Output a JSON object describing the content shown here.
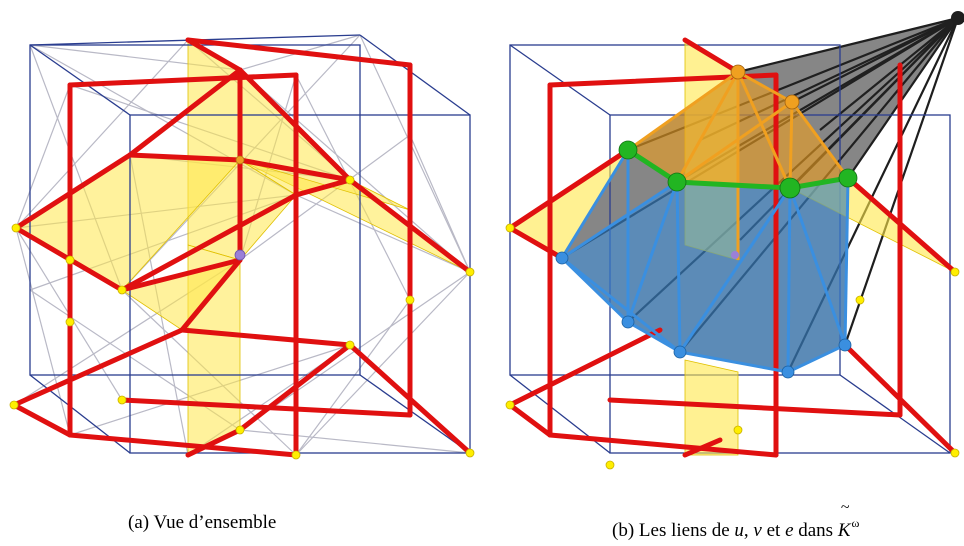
{
  "figure": {
    "panels": [
      {
        "id": "a",
        "description": "overview lattice"
      },
      {
        "id": "b",
        "description": "links of u, v, e in K~omega"
      }
    ],
    "colors": {
      "red_edge": "#e01010",
      "cube_outline": "#2a3d8f",
      "thin_grey": "#b8b8c4",
      "yellow_face": "#ffe84a",
      "yellow_node": "#ffee00",
      "orange": "#f0a020",
      "green": "#22b522",
      "blue": "#3a8fe0",
      "black": "#222222"
    }
  },
  "captions": {
    "a": "(a) Vue d’ensemble",
    "b_prefix": "(b) Les liens de ",
    "b_u": "u",
    "b_sep1": ", ",
    "b_v": "v",
    "b_et": " et ",
    "b_e": "e",
    "b_dans": " dans ",
    "b_K": "K",
    "b_tilde": "~",
    "b_omega": "ω"
  }
}
